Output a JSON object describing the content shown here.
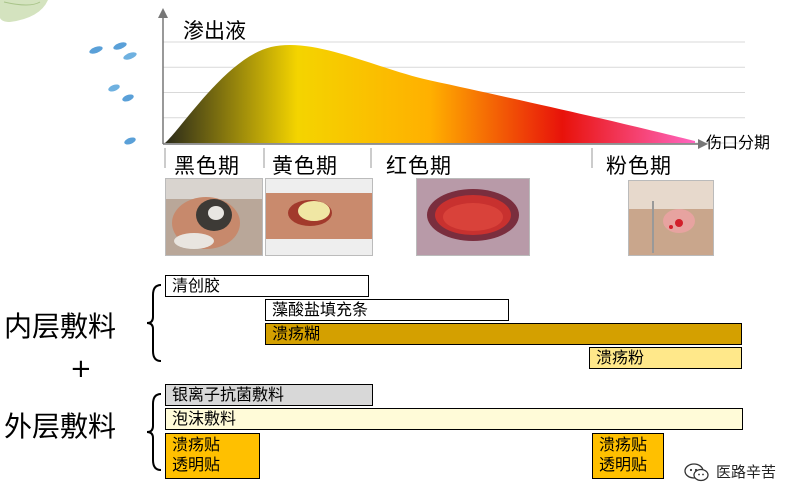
{
  "chart": {
    "ylabel": "渗出液",
    "xlabel": "伤口分期",
    "stages": [
      "黑色期",
      "黄色期",
      "红色期",
      "粉色期"
    ]
  },
  "chart_data": {
    "type": "area",
    "title": "",
    "ylabel": "渗出液",
    "xlabel": "伤口分期",
    "categories": [
      "黑色期",
      "黄色期",
      "红色期",
      "粉色期"
    ],
    "x": [
      0,
      0.2,
      0.5,
      0.8,
      1.0
    ],
    "values": [
      0,
      0.95,
      0.62,
      0.27,
      0.02
    ],
    "grid": true,
    "gradient": [
      "#2a2a1a",
      "#f4d400",
      "#ffb000",
      "#e8120a",
      "#ff66c0"
    ]
  },
  "sections": {
    "inner_label": "内层敷料",
    "plus": "+",
    "outer_label": "外层敷料"
  },
  "bars": {
    "debride_gel": "清创胶",
    "alginate": "藻酸盐填充条",
    "ulcer_paste": "溃疡糊",
    "ulcer_powder": "溃疡粉",
    "silver_foam": "银离子抗菌敷料",
    "foam": "泡沫敷料",
    "patch_left_1": "溃疡贴",
    "patch_left_2": "透明贴",
    "patch_right_1": "溃疡贴",
    "patch_right_2": "透明贴"
  },
  "colors": {
    "dark_gold": "#d4a000",
    "yellow": "#ffc000",
    "light_yellow": "#ffe88a",
    "pale_yellow": "#fffbd8",
    "light_gray": "#d8d8d8"
  },
  "watermark": {
    "text": "医路辛苦",
    "icon": "wechat-icon"
  }
}
